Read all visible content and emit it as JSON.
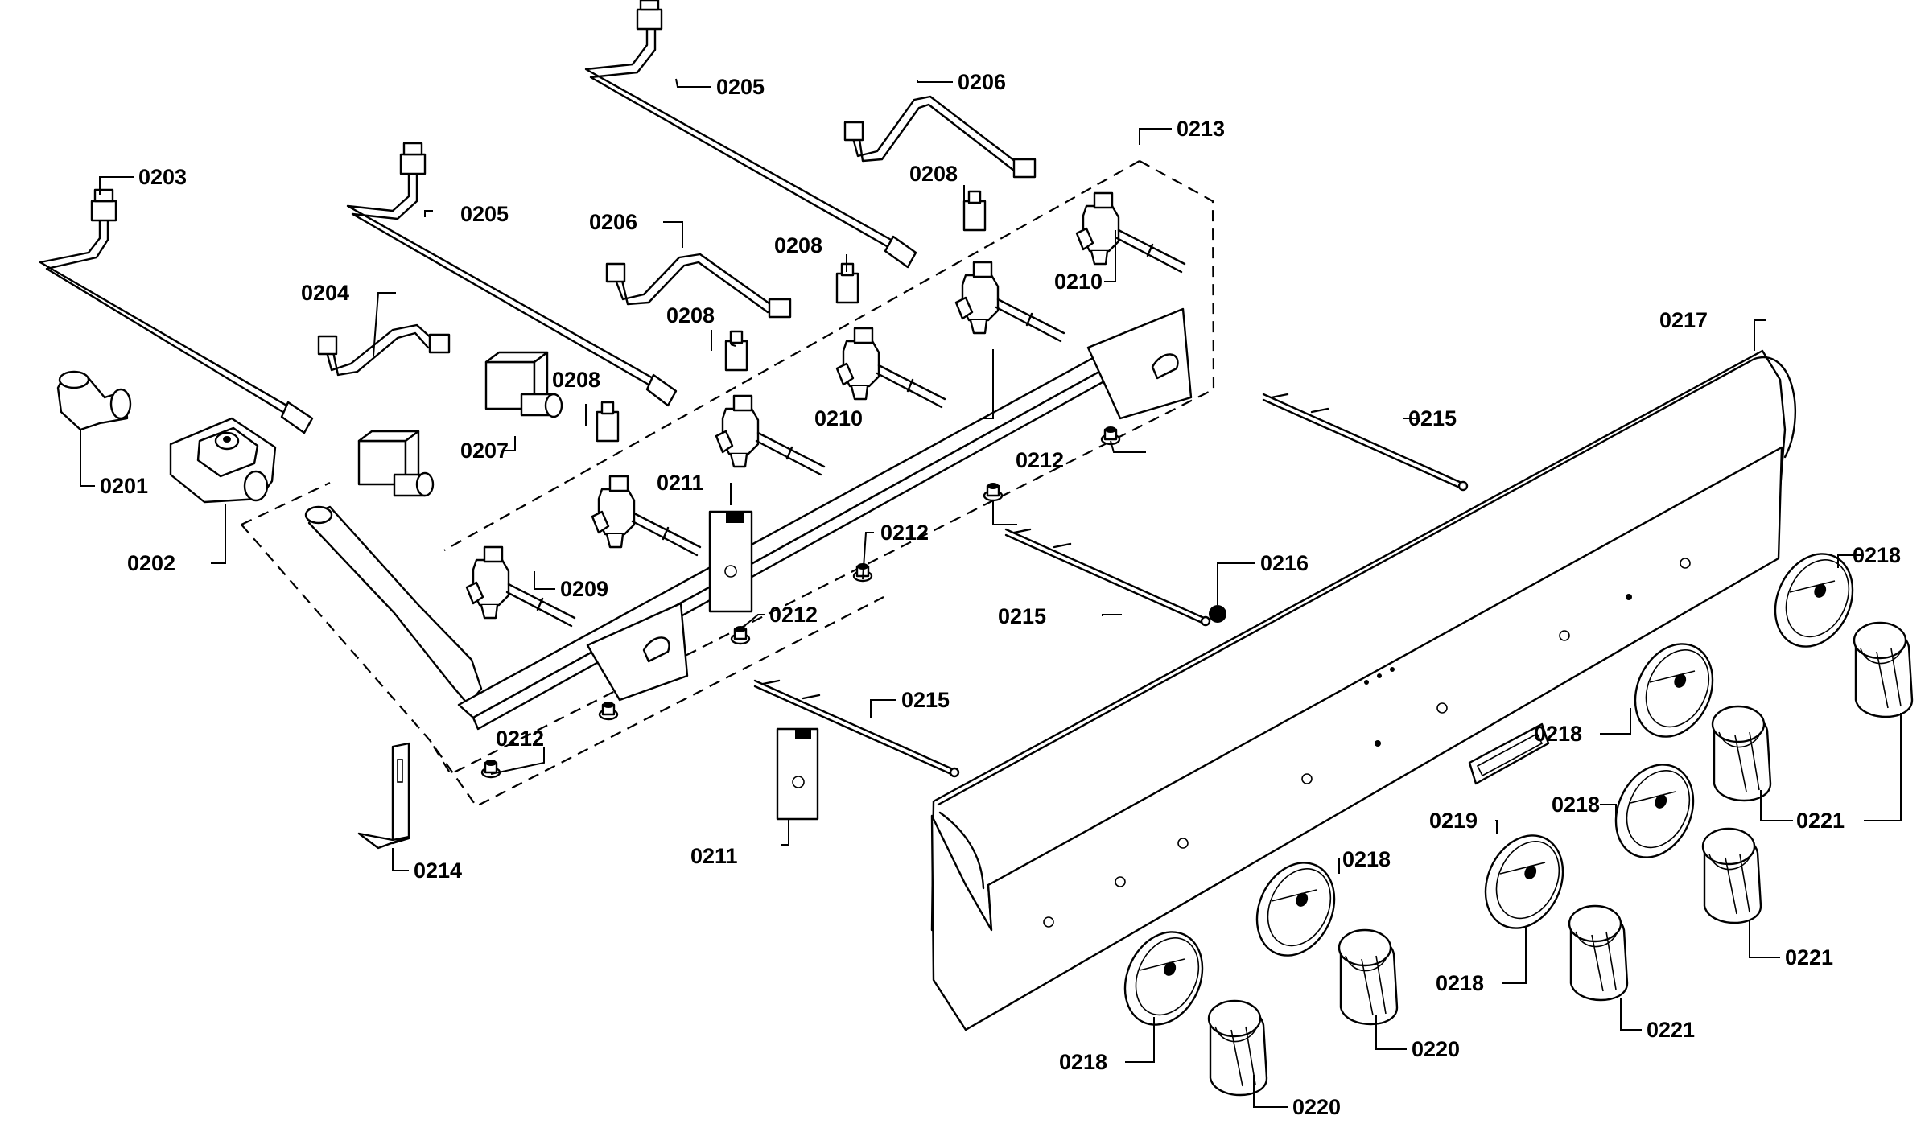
{
  "diagram": {
    "labels": {
      "p0201": "0201",
      "p0202": "0202",
      "p0203": "0203",
      "p0204": "0204",
      "p0205a": "0205",
      "p0205b": "0205",
      "p0206a": "0206",
      "p0206b": "0206",
      "p0207": "0207",
      "p0208a": "0208",
      "p0208b": "0208",
      "p0208c": "0208",
      "p0208d": "0208",
      "p0209": "0209",
      "p0210a": "0210",
      "p0210b": "0210",
      "p0211a": "0211",
      "p0211b": "0211",
      "p0212a": "0212",
      "p0212b": "0212",
      "p0212c": "0212",
      "p0212d": "0212",
      "p0213": "0213",
      "p0214": "0214",
      "p0215a": "0215",
      "p0215b": "0215",
      "p0215c": "0215",
      "p0216": "0216",
      "p0217": "0217",
      "p0218a": "0218",
      "p0218b": "0218",
      "p0218c": "0218",
      "p0218d": "0218",
      "p0218e": "0218",
      "p0218f": "0218",
      "p0219": "0219",
      "p0220a": "0220",
      "p0220b": "0220",
      "p0221a": "0221",
      "p0221b": "0221",
      "p0221c": "0221"
    }
  }
}
